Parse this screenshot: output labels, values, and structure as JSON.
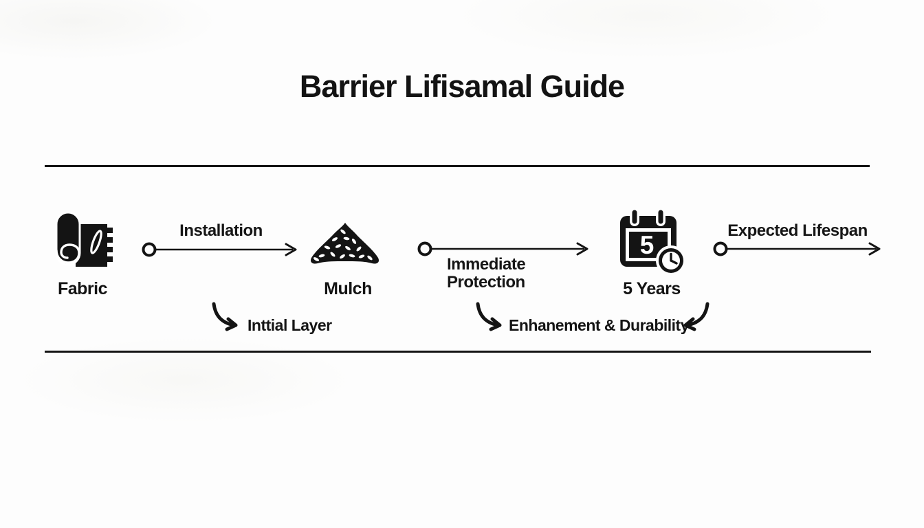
{
  "title": "Barrier Lifisamal Guide",
  "flow": {
    "steps": [
      {
        "label": "Fabric",
        "icon": "fabric-roll-icon"
      },
      {
        "label": "Mulch",
        "icon": "mulch-pile-icon"
      },
      {
        "label": "5 Years",
        "icon": "calendar-clock-icon",
        "calendar_number": "5"
      }
    ],
    "arrows": [
      {
        "label": "Installation",
        "label_position": "above"
      },
      {
        "label": "Immediate Protection",
        "label_position": "below"
      },
      {
        "label": "Expected Lifespan",
        "label_position": "above"
      }
    ]
  },
  "annotations": [
    {
      "label": "Inttial Layer"
    },
    {
      "label": "Enhanement & Durability"
    }
  ],
  "colors": {
    "ink": "#141414",
    "background": "#fdfdfd"
  }
}
